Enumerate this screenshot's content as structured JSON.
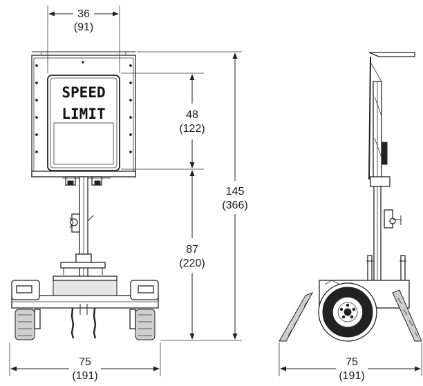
{
  "sign": {
    "line1": "SPEED",
    "line2": "LIMIT"
  },
  "dimensions": {
    "top_width": {
      "value": "36",
      "metric": "(91)"
    },
    "sign_height": {
      "value": "48",
      "metric": "(122)"
    },
    "post_height": {
      "value": "87",
      "metric": "(220)"
    },
    "total_height": {
      "value": "145",
      "metric": "(366)"
    },
    "front_width": {
      "value": "75",
      "metric": "(191)"
    },
    "side_width": {
      "value": "75",
      "metric": "(191)"
    }
  }
}
